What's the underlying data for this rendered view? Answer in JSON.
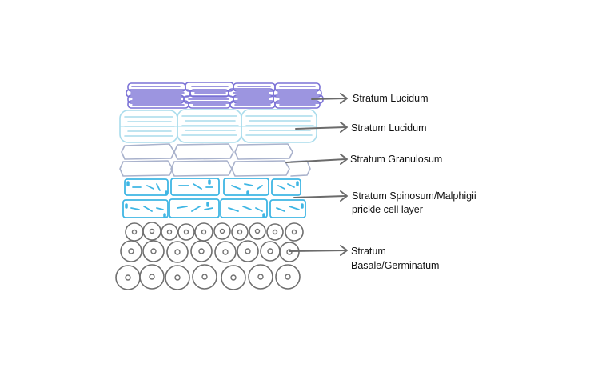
{
  "colors": {
    "corneum": "#7b72d6",
    "lucidum": "#a9dcec",
    "granulosum": "#a9b2cc",
    "spinosum": "#3fb6e4",
    "basale": "#6f6f6f",
    "arrow": "#6b6b6b"
  },
  "layers": [
    {
      "key": "corneum",
      "label_lines": [
        "Stratum Lucidum"
      ]
    },
    {
      "key": "lucidum",
      "label_lines": [
        "Stratum Lucidum"
      ]
    },
    {
      "key": "granulosum",
      "label_lines": [
        "Stratum Granulosum"
      ]
    },
    {
      "key": "spinosum",
      "label_lines": [
        "Stratum Spinosum/Malphigii",
        "prickle cell layer"
      ]
    },
    {
      "key": "basale",
      "label_lines": [
        "Stratum",
        "Basale/Germinatum"
      ]
    }
  ]
}
